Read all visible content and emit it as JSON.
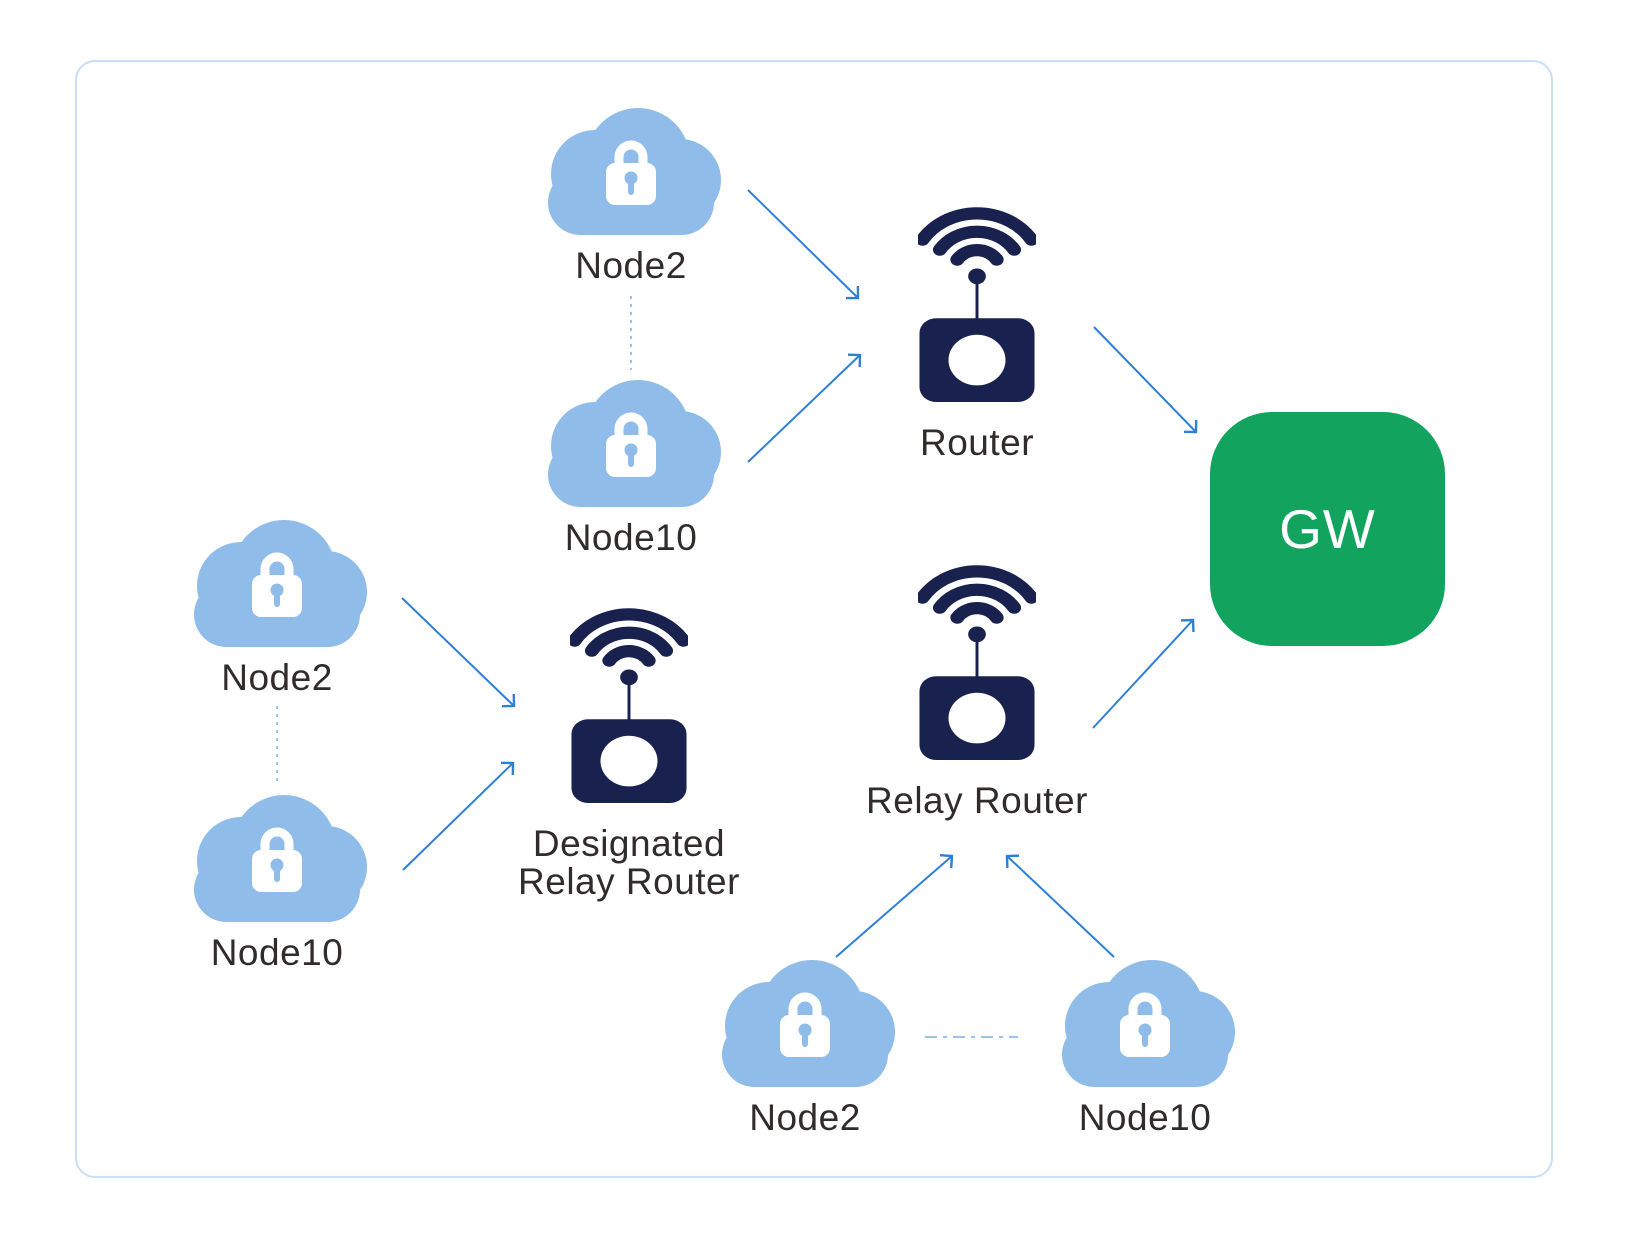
{
  "colors": {
    "cloud_blue": "#8FBCE9",
    "device_navy": "#19224F",
    "gateway_green": "#12A45E",
    "arrow_blue": "#2E7FD6",
    "dashed_link_blue": "#9CC4EE",
    "label_dark": "#2F2C2B",
    "frame_border": "#C9DFF5"
  },
  "nodes": {
    "top_node2": {
      "label": "Node2",
      "icon": "cloud-lock"
    },
    "top_node10": {
      "label": "Node10",
      "icon": "cloud-lock"
    },
    "left_node2": {
      "label": "Node2",
      "icon": "cloud-lock"
    },
    "left_node10": {
      "label": "Node10",
      "icon": "cloud-lock"
    },
    "bottom_node2": {
      "label": "Node2",
      "icon": "cloud-lock"
    },
    "bottom_node10": {
      "label": "Node10",
      "icon": "cloud-lock"
    },
    "router": {
      "label": "Router",
      "icon": "wifi-router"
    },
    "designated_relay_router": {
      "label": "Designated Relay Router",
      "icon": "wifi-router"
    },
    "relay_router": {
      "label": "Relay Router",
      "icon": "wifi-router"
    },
    "gateway": {
      "label": "GW",
      "icon": "rounded-square"
    }
  },
  "edges": [
    {
      "from": "top_node2",
      "to": "router",
      "type": "arrow"
    },
    {
      "from": "top_node10",
      "to": "router",
      "type": "arrow"
    },
    {
      "from": "top_node2",
      "to": "top_node10",
      "type": "dashed-link"
    },
    {
      "from": "left_node2",
      "to": "designated_relay_router",
      "type": "arrow"
    },
    {
      "from": "left_node10",
      "to": "designated_relay_router",
      "type": "arrow"
    },
    {
      "from": "left_node2",
      "to": "left_node10",
      "type": "dashed-link"
    },
    {
      "from": "bottom_node2",
      "to": "relay_router",
      "type": "arrow"
    },
    {
      "from": "bottom_node10",
      "to": "relay_router",
      "type": "arrow"
    },
    {
      "from": "bottom_node2",
      "to": "bottom_node10",
      "type": "dashed-link"
    },
    {
      "from": "router",
      "to": "gateway",
      "type": "arrow"
    },
    {
      "from": "relay_router",
      "to": "gateway",
      "type": "arrow"
    }
  ]
}
